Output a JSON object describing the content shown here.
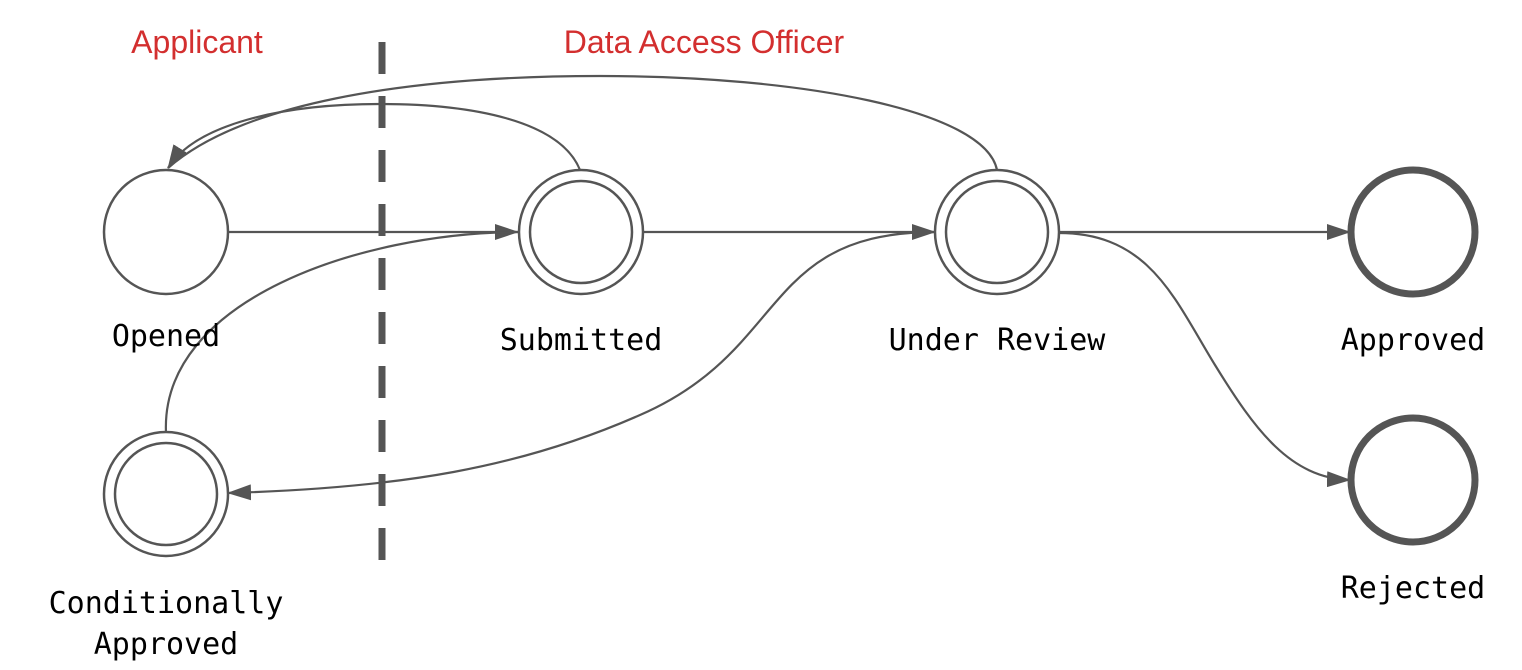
{
  "lanes": {
    "applicant": "Applicant",
    "officer": "Data Access Officer"
  },
  "states": {
    "opened": "Opened",
    "submitted": "Submitted",
    "under_review": "Under Review",
    "approved": "Approved",
    "rejected": "Rejected",
    "conditionally_approved_line1": "Conditionally",
    "conditionally_approved_line2": "Approved"
  },
  "colors": {
    "lane_label": "#d32f2f",
    "stroke": "#555555",
    "label": "#000000",
    "background": "#ffffff"
  }
}
